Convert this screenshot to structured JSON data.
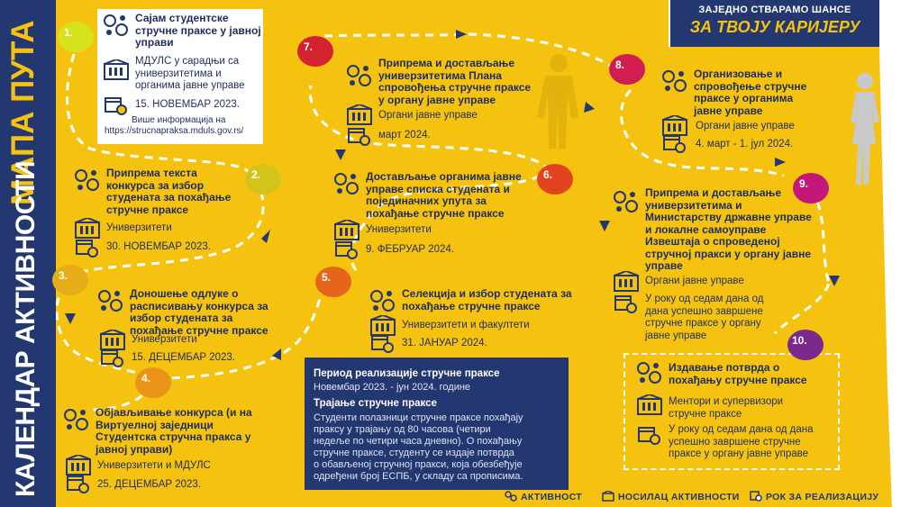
{
  "title_vertical_1": "МАПА ПУТА",
  "title_vertical_2": "КАЛЕНДАР АКТИВНОСТИ",
  "slogan": {
    "top": "ЗАЈЕДНО СТВАРАМО ШАНСЕ",
    "main": "ЗА ТВОЈУ КАРИЈЕРУ"
  },
  "colors": {
    "navy": "#233771",
    "yellow": "#f5c30f",
    "white": "#ffffff"
  },
  "steps": [
    {
      "num": "1.",
      "title": "Сајам студентске стручне праксе у јавној управи",
      "holder": "МДУЛС у сарадњи са универзитетима и органима јавне управе",
      "deadline": "15. НОВЕМБАР 2023.",
      "more": "Више информација на",
      "link": "https://strucnapraksa.mduls.gov.rs/",
      "color": "#d6e21a"
    },
    {
      "num": "2.",
      "title": "Припрема текста конкурса за избор студената за похађање стручне праксе",
      "holder": "Универзитети",
      "deadline": "30. НОВЕМБАР 2023.",
      "color": "#d4c41a"
    },
    {
      "num": "3.",
      "title": "Доношење одлуке о расписивању конкурса за избор студената за похађање стручне праксе",
      "holder": "Универзитети",
      "deadline": "15. ДЕЦЕМБАР 2023.",
      "color": "#e6ad18"
    },
    {
      "num": "4.",
      "title": "Објављивање конкурса (и на Виртуелној заједници Студентска стручна пракса у јавној управи)",
      "holder": "Универзитети и МДУЛС",
      "deadline": "25. ДЕЦЕМБАР 2023.",
      "color": "#e99418"
    },
    {
      "num": "5.",
      "title": "Селекција и избор студената за похађање стручне праксе",
      "holder": "Универзитети и факултети",
      "deadline": "31. ЈАНУАР 2024.",
      "color": "#e5661a"
    },
    {
      "num": "6.",
      "title": "Достављање органима јавне управе списка студената и појединачних упута за похађање стручне праксе",
      "holder": "Универзитети",
      "deadline": "9. ФЕБРУАР 2024.",
      "color": "#e2441f"
    },
    {
      "num": "7.",
      "title": "Припрема и достављање универзитетима Плана спровођења стручне праксе у органу јавне управе",
      "holder": "Органи јавне управе",
      "deadline": "март 2024.",
      "color": "#d2232e"
    },
    {
      "num": "8.",
      "title": "Организовање и спровођење стручне праксе у органима јавне управе",
      "holder": "Органи јавне управе",
      "deadline": "4. март - 1. јул 2024.",
      "color": "#d11d50"
    },
    {
      "num": "9.",
      "title": "Припрема и достављање универзитетима и Министарству државне управе и локалне самоуправе Извештаја о спроведеној стручној пракси у органу јавне управе",
      "holder": "Органи јавне управе",
      "deadline": "У року од седам дана од дана успешно завршене стручне праксе у органу јавне управе",
      "color": "#c4177a"
    },
    {
      "num": "10.",
      "title": "Издавање потврда о похађању стручне праксе",
      "holder": "Ментори и супервизори стручне праксе",
      "deadline": "У року од седам дана од дана успешно завршене стручне праксе у органу јавне управе",
      "color": "#7a2a8c"
    }
  ],
  "info": {
    "period_heading": "Период реализације стручне праксе",
    "period_value": "Новембар 2023. - јун 2024. године",
    "duration_heading": "Трајање стручне праксе",
    "duration_text_lines": [
      "Студенти полазници стручне праксе похађају",
      "праксу у трајању од 80 часова (четири",
      "недеље по четири часа дневно). О похађању",
      "стручне праксе, студенту се издаје потврда",
      "о обављеној стручној пракси, која обезбеђује",
      "одређени број ЕСПБ, у складу са прописима."
    ]
  },
  "legend": {
    "activity": "АКТИВНОСТ",
    "holder": "НОСИЛАЦ АКТИВНОСТИ",
    "deadline": "РОК ЗА РЕАЛИЗАЦИЈУ"
  }
}
